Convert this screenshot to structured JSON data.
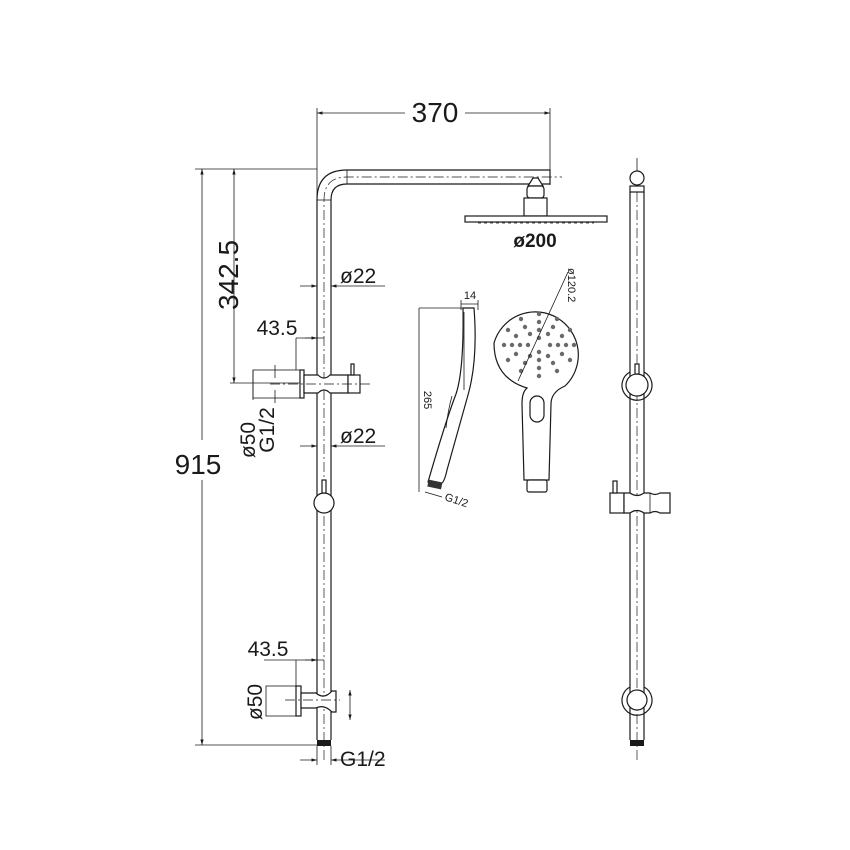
{
  "drawing": {
    "title": "Shower rail set dimensional drawing",
    "views": [
      "front-view",
      "handshower-side-view",
      "handshower-front-view",
      "rail-side-view"
    ]
  },
  "dimensions": {
    "arm_length": "370",
    "rainhead_diameter": "ø200",
    "total_height": "915",
    "top_to_diverter": "342.5",
    "pipe_diameter_upper": "ø22",
    "pipe_diameter_lower": "ø22",
    "diverter_offset": "43.5",
    "diverter_outlet_diameter": "ø50",
    "diverter_outlet_thread": "G1/2",
    "bracket_offset": "43.5",
    "bracket_outlet_diameter": "ø50",
    "inlet_thread": "G1/2",
    "handshower_thickness": "14",
    "handshower_face_diameter": "ø120.2",
    "handshower_length": "265",
    "handshower_thread": "G1/2"
  },
  "colors": {
    "line": "#1a1a1a",
    "nozzle": "#6a6a6a",
    "background": "#ffffff"
  }
}
